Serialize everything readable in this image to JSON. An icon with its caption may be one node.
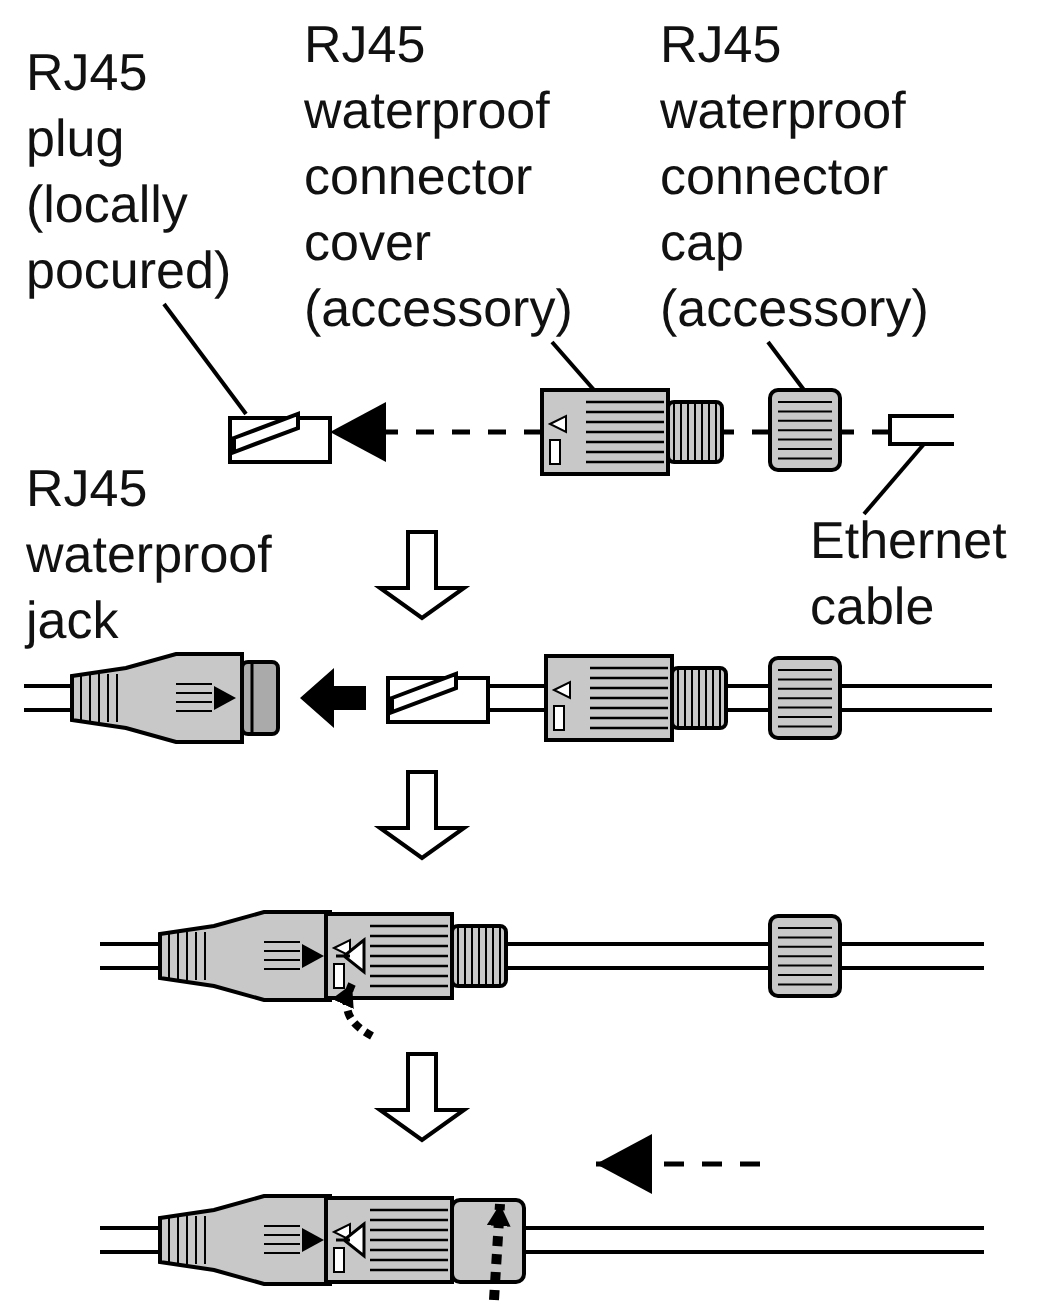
{
  "diagram": {
    "nodes": [
      {
        "text": [
          "RJ45 plug (locally pocured)"
        ]
      },
      {
        "text": [
          "RJ45 waterproof connector cover (accessory)"
        ]
      },
      {
        "text": [
          "RJ45 waterproof connector cap (accessory)"
        ]
      },
      {
        "text": [
          "Ethernet cable"
        ]
      },
      {
        "text": [],
        "shape": "box"
      },
      {
        "text": [],
        "shape": "cylinder"
      },
      {
        "text": [],
        "shape": "cylinder"
      },
      {
        "text": [],
        "shape": "cable"
      }
    ],
    "edges": [
      {
        "from": 0,
        "to": 4,
        "arrow": "none"
      },
      {
        "from": 1,
        "to": 5,
        "arrow": "none"
      },
      {
        "from": 2,
        "to": 6,
        "arrow": "none"
      },
      {
        "from": 3,
        "to": 7,
        "arrow": "none"
      },
      {
        "from": 5,
        "to": 4,
        "arrow": "to",
        "style": "dashed"
      },
      {
        "from": 7,
        "to": 6,
        "arrow": "none",
        "style": "dashed"
      },
      {
        "from": 6,
        "to": 5,
        "arrow": "none",
        "style": "dashed"
      }
    ],
    "labels": [
      "RJ45 waterproof jack"
    ]
  }
}
